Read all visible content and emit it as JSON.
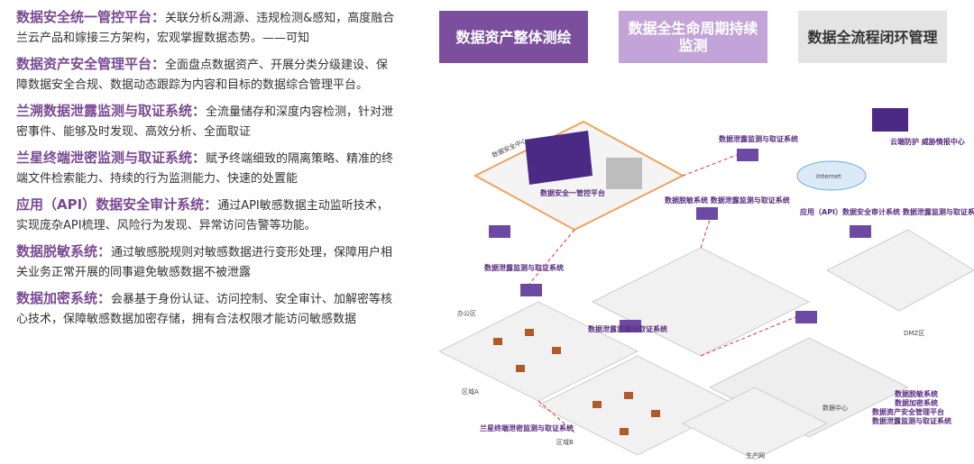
{
  "paragraphs": [
    {
      "title": "数据安全统一管控平台：",
      "body": "关联分析&溯源、违规检测&感知，高度融合兰云产品和嫁接三方架构，宏观掌握数据态势。——可知"
    },
    {
      "title": "数据资产安全管理平台：",
      "body": "全面盘点数据资产、开展分类分级建设、保障数据安全合规、数据动态跟踪为内容和目标的数据综合管理平台。"
    },
    {
      "title": "兰溯数据泄露监测与取证系统：",
      "body": "全流量储存和深度内容检测，针对泄密事件、能够及时发现、高效分析、全面取证"
    },
    {
      "title": "兰星终端泄密监测与取证系统：",
      "body": "赋予终端细致的隔离策略、精准的终端文件检索能力、持续的行为监测能力、快速的处置能"
    },
    {
      "title": "应用（API）数据安全审计系统：",
      "body": "通过API敏感数据主动监听技术，实现庞杂API梳理、风险行为发现、异常访问告警等功能。"
    },
    {
      "title": "数据脱敏系统：",
      "body": "通过敏感脱规则对敏感数据进行变形处理，保障用户相关业务正常开展的同事避免敏感数据不被泄露"
    },
    {
      "title": "数据加密系统：",
      "body": "会暴基于身份认证、访问控制、安全审计、加解密等核心技术，保障敏感数据加密存储，拥有合法权限才能访问敏感数据"
    }
  ],
  "tabs": [
    {
      "label": "数据资产整体测绘",
      "bg": "#7b4f9d",
      "fg": "#ffffff"
    },
    {
      "label": "数据全生命周期持续监测",
      "bg": "#c3a4d8",
      "fg": "#ffffff"
    },
    {
      "label": "数据全流程闭环管理",
      "bg": "#e4e4e4",
      "fg": "#333333"
    }
  ],
  "diagram": {
    "zone_security_center": "数据安全中心",
    "zone_office": "办公区",
    "zone_a": "区域A",
    "zone_b": "区域B",
    "zone_production": "生产网",
    "zone_dmz": "DMZ区",
    "zone_data_center": "数据中心",
    "zone_cloud": "云端防护 威胁情报中心",
    "internet": "Internet",
    "label_unified_platform": "数据安全一管控平台",
    "label_desens_leak": "数据脱敏系统 数据泄露监测与取证系统",
    "label_leak_monitor": "数据泄露监测与取证系统",
    "label_leak_monitor_top": "数据泄露监测与取证系统",
    "label_leak_monitor_mid": "数据泄露监测与取证系统",
    "label_api_audit": "应用（API）数据安全审计系统 数据泄露监测与取证系统",
    "label_terminal": "兰星终端泄密监测与取证系统",
    "label_dc_list": [
      "数据脱敏系统",
      "数据加密系统",
      "数据资产安全管理平台",
      "数据泄露监测与取证系统"
    ]
  }
}
